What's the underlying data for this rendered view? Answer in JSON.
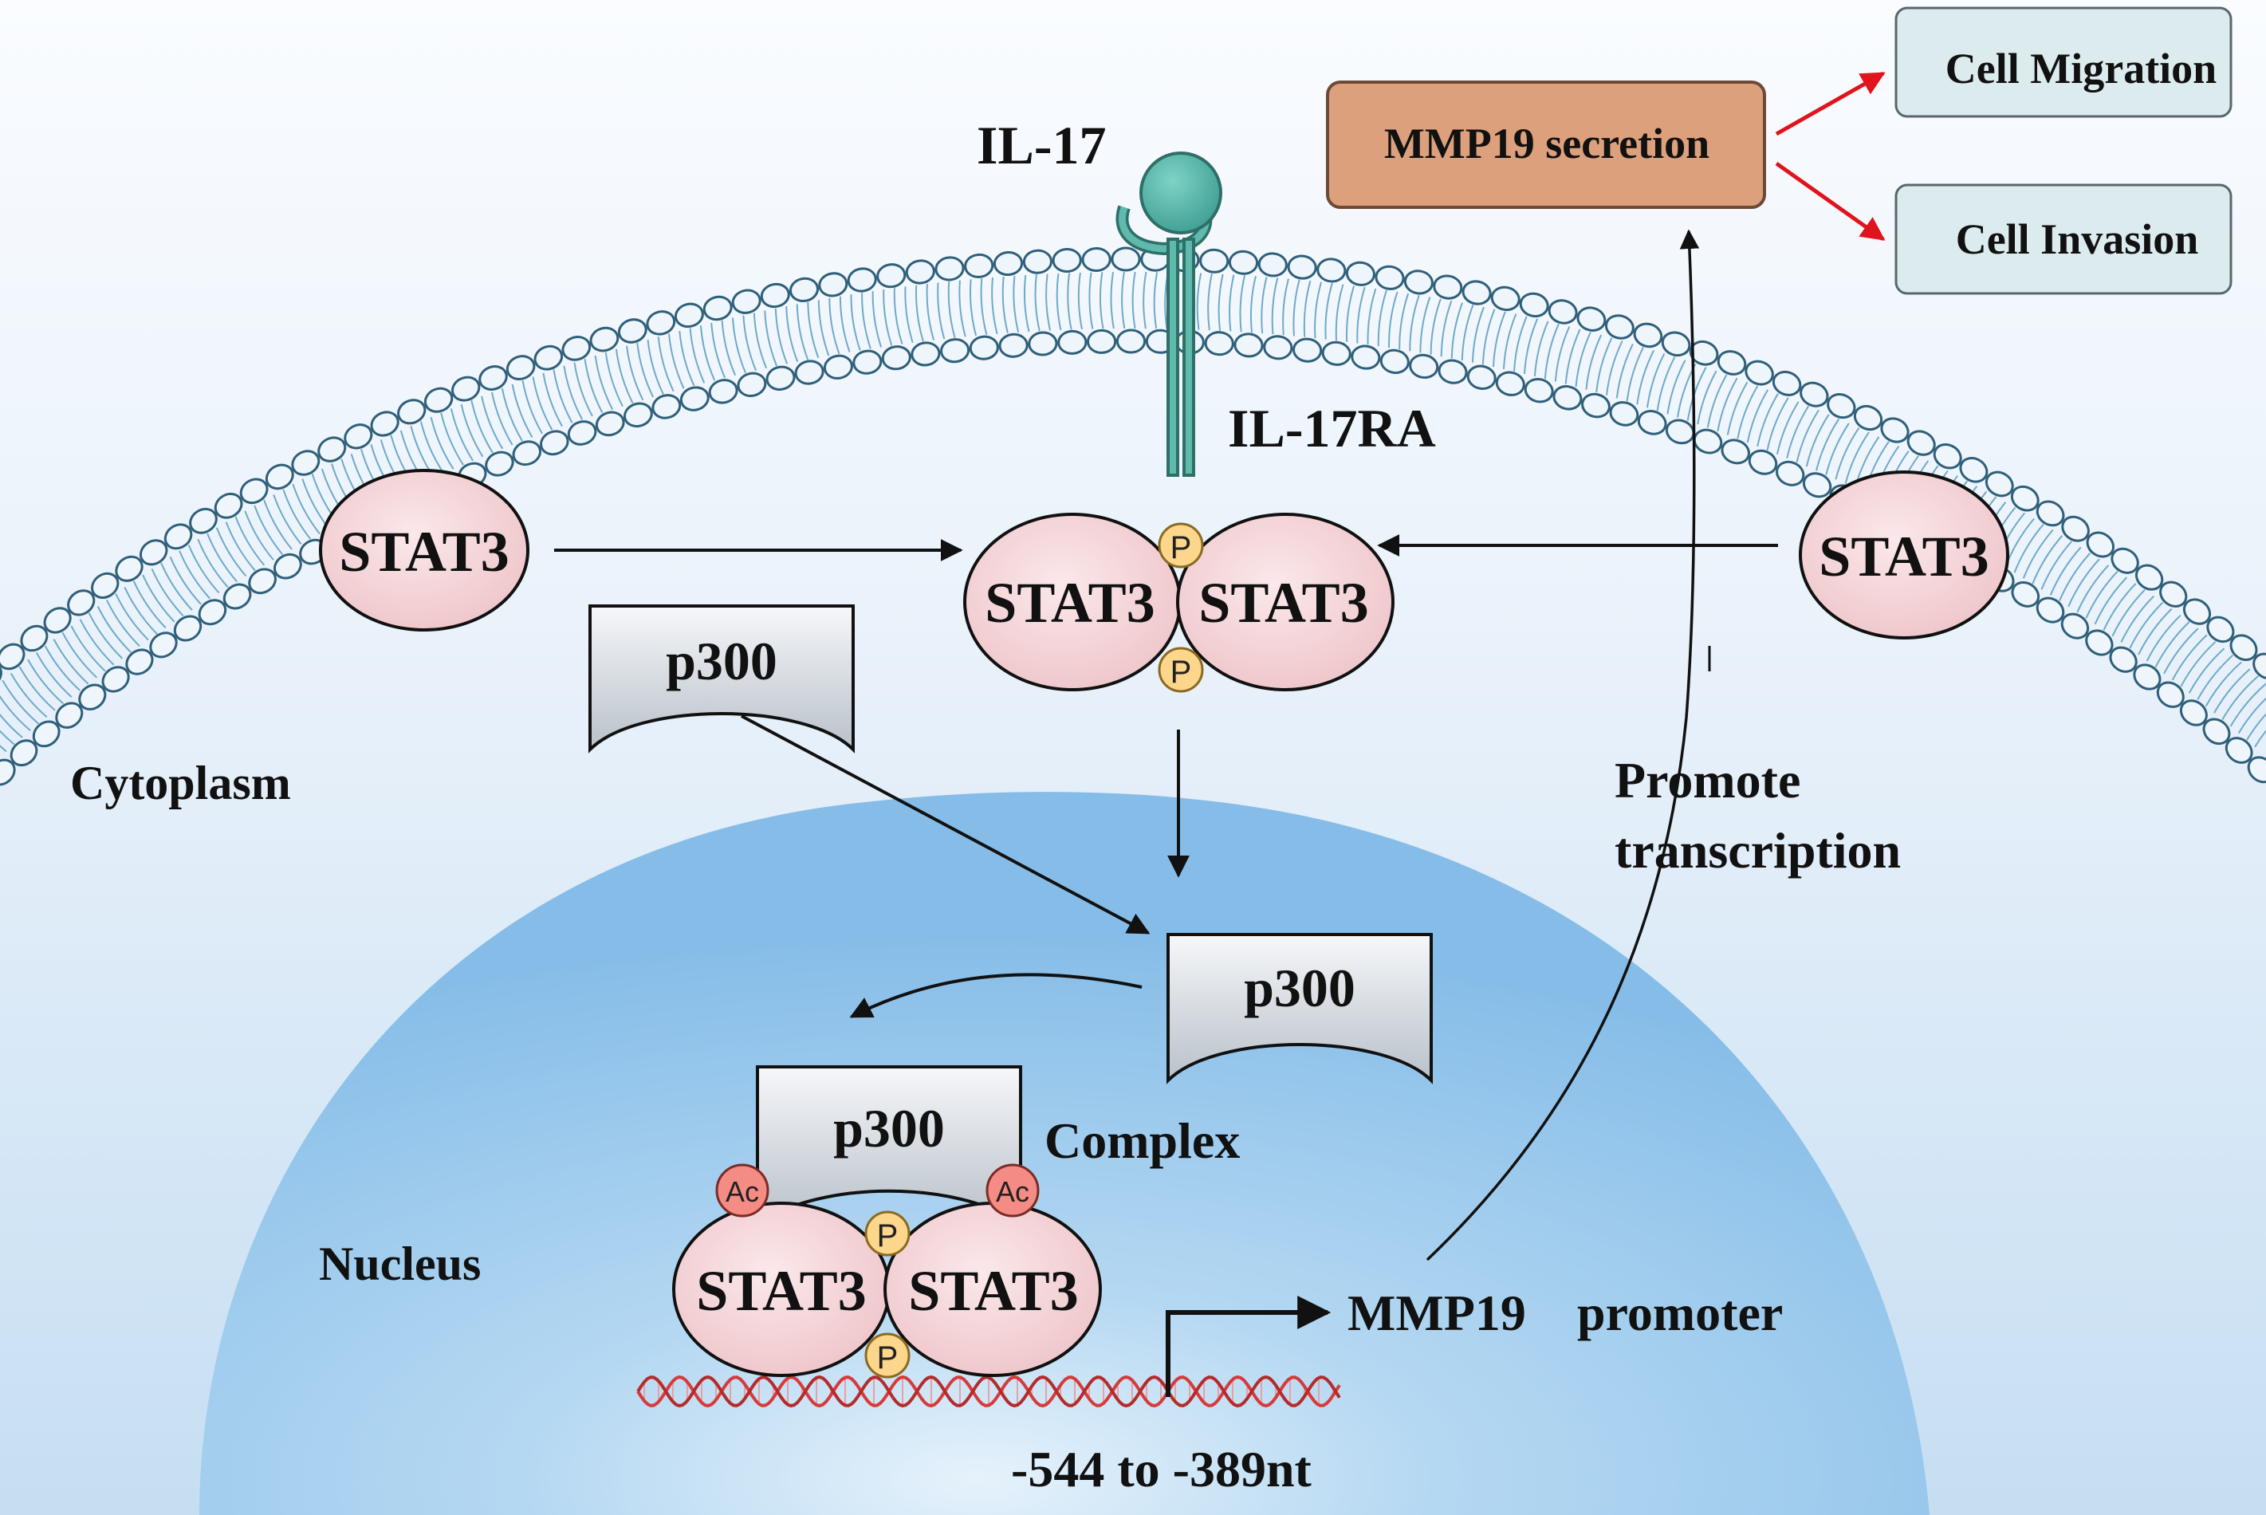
{
  "figure": {
    "ligand": "IL-17",
    "receptor": "IL-17RA",
    "cytoplasm": "Cytoplasm",
    "nucleus": "Nucleus",
    "stat3": "STAT3",
    "p300": "p300",
    "phospho": "P",
    "acetyl": "Ac",
    "complex": "Complex",
    "promoter_gene": "MMP19",
    "promoter_word": "promoter",
    "binding_region": "-544 to -389nt",
    "promote_line1": "Promote",
    "promote_line2": "transcription",
    "secretion": "MMP19 secretion",
    "outcome_migration": "Cell Migration",
    "outcome_invasion": "Cell Invasion"
  },
  "colors": {
    "background_top": "#f2f7fc",
    "background_bottom": "#c6def2",
    "nucleus": "#8fc3ea",
    "stat3": "#f0cfd3",
    "p300": "#c9cfd6",
    "receptor": "#5fb9ad",
    "phospho": "#fcd68b",
    "acetyl": "#f48b84",
    "secretion_box": "#dda07c",
    "outcome_box": "#dcebee",
    "outcome_arrow": "#e0141c",
    "dna": "#d63a3a"
  }
}
